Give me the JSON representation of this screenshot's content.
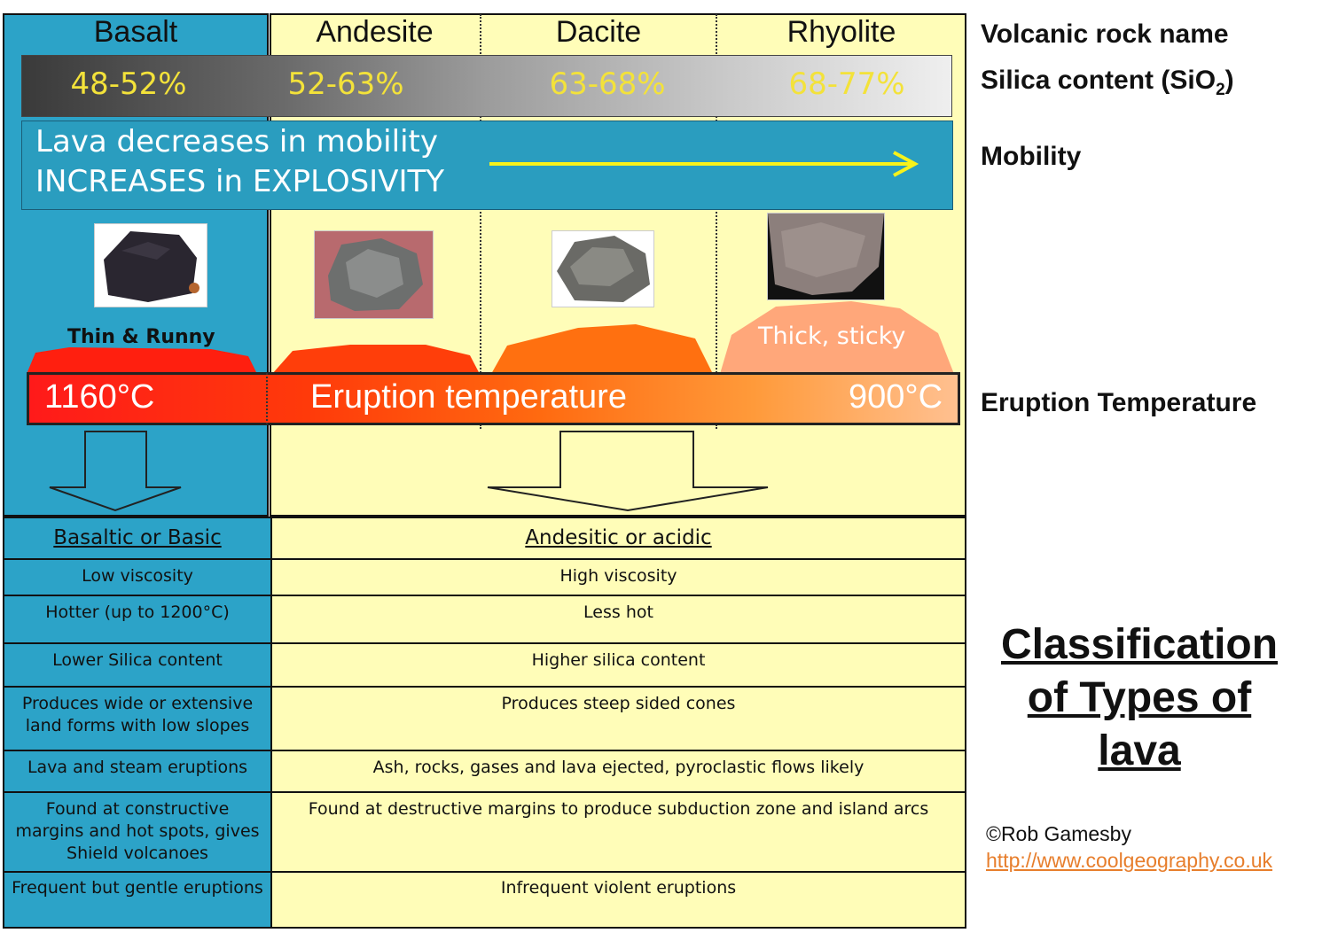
{
  "rocks": [
    {
      "name": "Basalt",
      "silica": "48-52%"
    },
    {
      "name": "Andesite",
      "silica": "52-63%"
    },
    {
      "name": "Dacite",
      "silica": "63-68%"
    },
    {
      "name": "Rhyolite",
      "silica": "68-77%"
    }
  ],
  "mobility": {
    "line1": "Lava decreases in mobility",
    "line2": "INCREASES in EXPLOSIVITY"
  },
  "lava_labels": {
    "thin": "Thin & Runny",
    "thick": "Thick, sticky"
  },
  "temperature": {
    "hot": "1160°C",
    "label": "Eruption temperature",
    "cool": "900°C"
  },
  "right_labels": {
    "rock_name": "Volcanic rock name",
    "silica_prefix": "Silica content (SiO",
    "silica_sub": "2",
    "silica_suffix": ")",
    "mobility": "Mobility",
    "eruption_temp": "Eruption Temperature"
  },
  "table": {
    "headers": [
      "Basaltic or Basic",
      "Andesitic or acidic"
    ],
    "rows": [
      [
        "Low viscosity",
        "High viscosity"
      ],
      [
        "Hotter (up to 1200°C)",
        "Less hot"
      ],
      [
        "Lower Silica content",
        "Higher silica content"
      ],
      [
        "Produces wide or extensive land forms with low slopes",
        "Produces steep sided cones"
      ],
      [
        "Lava and steam eruptions",
        "Ash, rocks, gases and lava ejected, pyroclastic flows likely"
      ],
      [
        "Found at constructive margins and hot spots, gives Shield volcanoes",
        "Found at destructive margins to produce subduction zone and island arcs"
      ],
      [
        "Frequent but gentle eruptions",
        "Infrequent violent eruptions"
      ]
    ]
  },
  "title": {
    "line1": "Classification",
    "line2": "of Types of",
    "line3": "lava"
  },
  "credit": {
    "author": "©Rob Gamesby",
    "url": "http://www.coolgeography.co.uk"
  },
  "colors": {
    "basic_column": "#2ca3c8",
    "acidic_column": "#fffdb8",
    "silica_text": "#f3e23a",
    "arrow_yellow": "#f7f21a",
    "link": "#e77e2c"
  }
}
